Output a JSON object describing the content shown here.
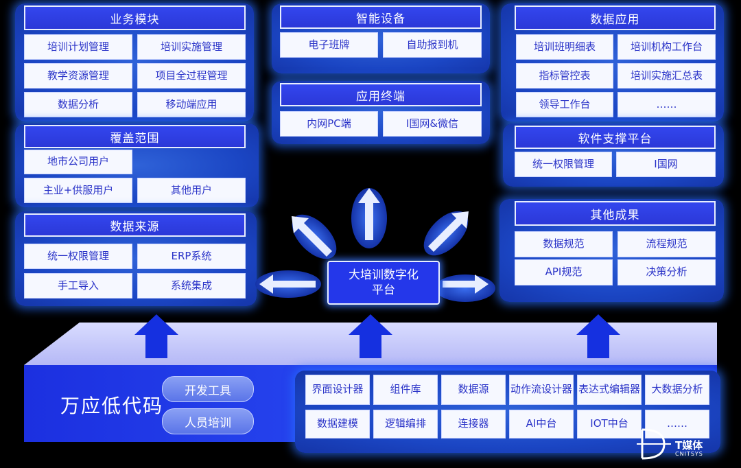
{
  "business": {
    "title": "业务模块",
    "cells": [
      "培训计划管理",
      "培训实施管理",
      "教学资源管理",
      "项目全过程管理",
      "数据分析",
      "移动端应用"
    ]
  },
  "coverage": {
    "title": "覆盖范围",
    "cells": [
      "地市公司用户",
      "主业+供服用户",
      "其他用户"
    ]
  },
  "sources": {
    "title": "数据来源",
    "cells": [
      "统一权限管理",
      "ERP系统",
      "手工导入",
      "系统集成"
    ]
  },
  "devices": {
    "title": "智能设备",
    "cells": [
      "电子班牌",
      "自助报到机"
    ]
  },
  "terminals": {
    "title": "应用终端",
    "cells": [
      "内网PC端",
      "I国网&微信"
    ]
  },
  "apps": {
    "title": "数据应用",
    "cells": [
      "培训班明细表",
      "培训机构工作台",
      "指标管控表",
      "培训实施汇总表",
      "领导工作台",
      "……"
    ]
  },
  "software": {
    "title": "软件支撑平台",
    "cells": [
      "统一权限管理",
      "I国网"
    ]
  },
  "others": {
    "title": "其他成果",
    "cells": [
      "数据规范",
      "流程规范",
      "API规范",
      "决策分析"
    ]
  },
  "center": {
    "line1": "大培训数字化",
    "line2": "平台"
  },
  "lowcode": {
    "title": "万应低代码",
    "pill1": "开发工具",
    "pill2": "人员培训",
    "tools": [
      "界面设计器",
      "组件库",
      "数据源",
      "动作流设计器",
      "表达式编辑器",
      "大数据分析",
      "数据建模",
      "逻辑编排",
      "连接器",
      "AI中台",
      "IOT中台",
      "……"
    ]
  },
  "watermark": {
    "name": "T媒体",
    "sub": "CNITSYS"
  }
}
